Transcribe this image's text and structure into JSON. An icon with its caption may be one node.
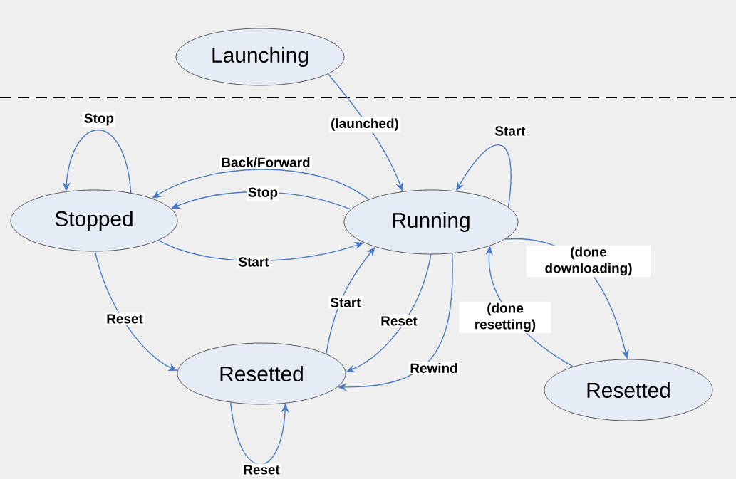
{
  "diagram": {
    "nodes": [
      {
        "text": [
          "Launching"
        ]
      },
      {
        "text": [
          "Stopped"
        ]
      },
      {
        "text": [
          "Running"
        ]
      },
      {
        "text": [
          "Resetted"
        ]
      },
      {
        "text": [
          "Resetted"
        ]
      }
    ],
    "edges": [
      {
        "from": 0,
        "to": 2,
        "arrow": "to",
        "label": "(launched)"
      },
      {
        "from": 1,
        "to": 1,
        "arrow": "to",
        "label": "Stop"
      },
      {
        "from": 2,
        "to": 1,
        "arrow": "to",
        "label": "Back/Forward"
      },
      {
        "from": 2,
        "to": 1,
        "arrow": "to",
        "label": "Stop"
      },
      {
        "from": 1,
        "to": 2,
        "arrow": "to",
        "label": "Start"
      },
      {
        "from": 2,
        "to": 2,
        "arrow": "to",
        "label": "Start"
      },
      {
        "from": 1,
        "to": 3,
        "arrow": "to",
        "label": "Reset"
      },
      {
        "from": 3,
        "to": 2,
        "arrow": "to",
        "label": "Start"
      },
      {
        "from": 2,
        "to": 3,
        "arrow": "to",
        "label": "Reset"
      },
      {
        "from": 2,
        "to": 3,
        "arrow": "to",
        "label": "Rewind"
      },
      {
        "from": 2,
        "to": 4,
        "arrow": "to",
        "label": "(done downloading)"
      },
      {
        "from": 4,
        "to": 2,
        "arrow": "to",
        "label": "(done resetting)"
      },
      {
        "from": 3,
        "to": 3,
        "arrow": "to",
        "label": "Reset"
      }
    ]
  }
}
